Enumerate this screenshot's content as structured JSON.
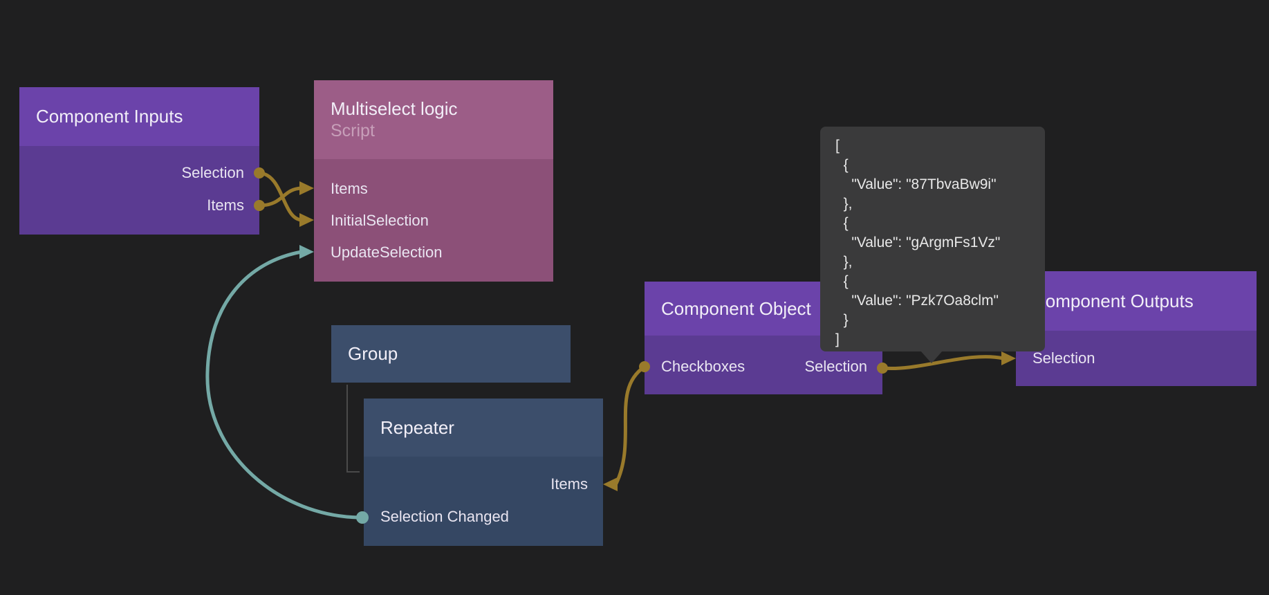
{
  "colors": {
    "canvas_bg": "#1f1f20",
    "purple_header": "#6b43aa",
    "purple_body": "#5b3b92",
    "mauve_header": "#9c5d87",
    "mauve_body": "#8c5078",
    "slate_header": "#3c4e6b",
    "slate_body": "#354763",
    "wire_gold": "#997a2b",
    "wire_teal": "#74a9a6",
    "tooltip_bg": "#3a3a3b",
    "hierarchy_line": "#4a4a4a",
    "title_text": "#f2eff8",
    "port_text": "#e9e5f1",
    "subtitle_text": "#c79fb9"
  },
  "nodes": {
    "component_inputs": {
      "title": "Component Inputs",
      "ports": [
        {
          "label": "Selection"
        },
        {
          "label": "Items"
        }
      ]
    },
    "multiselect_logic": {
      "title": "Multiselect logic",
      "subtitle": "Script",
      "ports": [
        {
          "label": "Items"
        },
        {
          "label": "InitialSelection"
        },
        {
          "label": "UpdateSelection"
        }
      ]
    },
    "group": {
      "title": "Group"
    },
    "repeater": {
      "title": "Repeater",
      "ports": [
        {
          "label": "Items"
        },
        {
          "label": "Selection Changed"
        }
      ]
    },
    "component_object": {
      "title": "Component Object",
      "ports": [
        {
          "label": "Checkboxes"
        },
        {
          "label": "Selection"
        }
      ]
    },
    "component_outputs": {
      "title": "Component Outputs",
      "ports": [
        {
          "label": "Selection"
        }
      ]
    }
  },
  "tooltip": {
    "text": "[\n  {\n    \"Value\": \"87TbvaBw9i\"\n  },\n  {\n    \"Value\": \"gArgmFs1Vz\"\n  },\n  {\n    \"Value\": \"Pzk7Oa8clm\"\n  }\n]"
  }
}
